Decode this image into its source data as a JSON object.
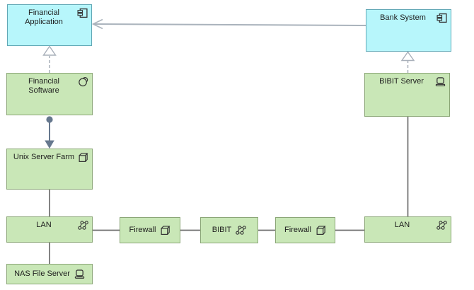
{
  "diagram": {
    "kind": "archimate-view",
    "palette": {
      "application_fill": "#b7f6fb",
      "application_border": "#62a8b6",
      "technology_fill": "#c9e7b7",
      "technology_border": "#8ba677",
      "association_line": "#6d6d6d",
      "serving_line": "#aab3bc",
      "realization_line": "#a9b0ba",
      "assignment_line": "#66788e",
      "icon_color": "#333333",
      "text_color": "#1d1d1d"
    }
  },
  "nodes": [
    {
      "id": "financial-application",
      "label": "Financial Application",
      "layer": "application",
      "icon": "component"
    },
    {
      "id": "bank-system",
      "label": "Bank System",
      "layer": "application",
      "icon": "component"
    },
    {
      "id": "financial-software",
      "label": "Financial Software",
      "layer": "technology",
      "icon": "system-software"
    },
    {
      "id": "bibit-server",
      "label": "BIBIT Server",
      "layer": "technology",
      "icon": "device"
    },
    {
      "id": "unix-server-farm",
      "label": "Unix Server Farm",
      "layer": "technology",
      "icon": "node"
    },
    {
      "id": "lan-left",
      "label": "LAN",
      "layer": "technology",
      "icon": "network"
    },
    {
      "id": "firewall-left",
      "label": "Firewall",
      "layer": "technology",
      "icon": "node"
    },
    {
      "id": "bibit",
      "label": "BIBIT",
      "layer": "technology",
      "icon": "network"
    },
    {
      "id": "firewall-right",
      "label": "Firewall",
      "layer": "technology",
      "icon": "node"
    },
    {
      "id": "lan-right",
      "label": "LAN",
      "layer": "technology",
      "icon": "network"
    },
    {
      "id": "nas-file-server",
      "label": "NAS File Server",
      "layer": "technology",
      "icon": "device"
    }
  ],
  "relationships": [
    {
      "type": "serving",
      "from": "Bank System",
      "to": "Financial Application"
    },
    {
      "type": "realization",
      "from": "Financial Software",
      "to": "Financial Application"
    },
    {
      "type": "realization",
      "from": "BIBIT Server",
      "to": "Bank System"
    },
    {
      "type": "assignment",
      "from": "Financial Software",
      "to": "Unix Server Farm"
    },
    {
      "type": "association",
      "from": "Unix Server Farm",
      "to": "LAN"
    },
    {
      "type": "association",
      "from": "LAN",
      "to": "NAS File Server"
    },
    {
      "type": "association",
      "from": "LAN",
      "to": "Firewall"
    },
    {
      "type": "association",
      "from": "Firewall",
      "to": "BIBIT"
    },
    {
      "type": "association",
      "from": "BIBIT",
      "to": "Firewall"
    },
    {
      "type": "association",
      "from": "Firewall",
      "to": "LAN"
    },
    {
      "type": "association",
      "from": "BIBIT Server",
      "to": "LAN"
    }
  ]
}
